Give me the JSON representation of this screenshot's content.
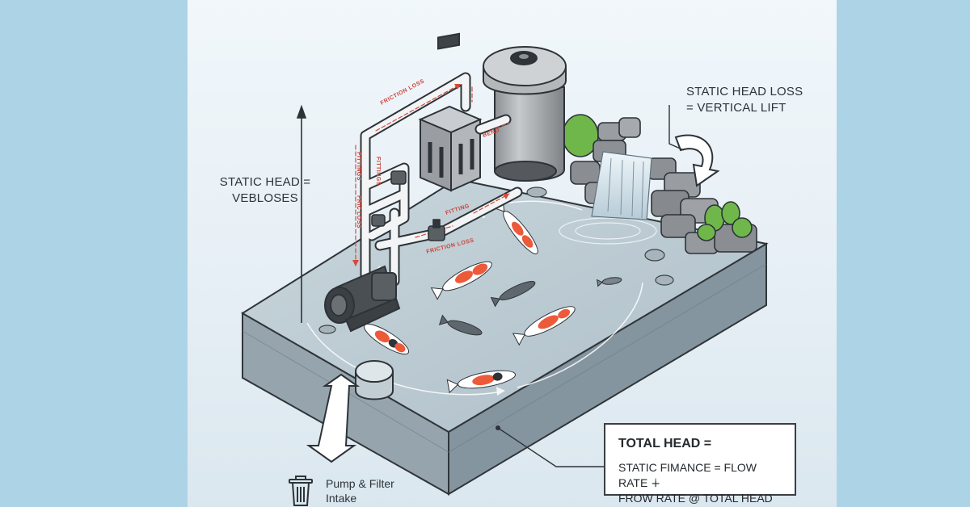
{
  "labels": {
    "static_head_line1": "STATIC HEAD =",
    "static_head_line2": "VEBLOSES",
    "static_head_loss_line1": "STATIC HEAD LOSS",
    "static_head_loss_line2": "= VERTICAL LIFT",
    "total_head_title": "TOTAL HEAD =",
    "total_head_line1": "STATIC FIMANCE = FLOW RATE ∔",
    "total_head_line2": "FROW RATE @ TOTAL HEAD",
    "intake_line1": "Pump & Filter",
    "intake_line2": "Intake"
  },
  "pipe_labels": {
    "friction_loss_top": "FRICTION LOSS",
    "friction_loss_bottom": "FRICTION LOSS",
    "vertical_1": "FITTINGS",
    "vertical_2": "FITTINGS",
    "vertical_3": "FRIC",
    "vertical_4": "LOSS",
    "short_1": "FITTING",
    "short_2": "BEND"
  },
  "colors": {
    "background": "#add3e6",
    "panel": "#eef5f9",
    "water": "#b9c8d0",
    "pool_side": "#8f9ea6",
    "koi_orange": "#ec5a3a",
    "pipe": "#f3f4f5",
    "arrow_red": "#d24a3c",
    "rock": "#8d9196",
    "plant": "#6fb74a"
  },
  "icons": {
    "trash": "trash-bin-icon",
    "vertical_arrow": "vertical-arrow-icon",
    "flow_arrow": "curved-flow-arrow-icon"
  }
}
